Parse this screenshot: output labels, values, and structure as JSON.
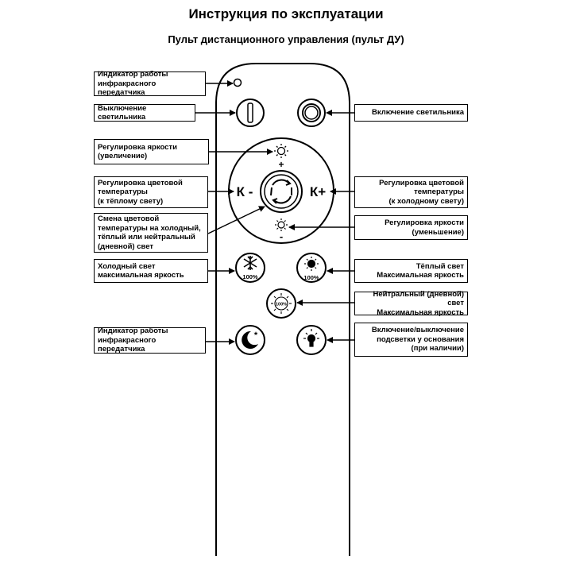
{
  "title": "Инструкция по эксплуатации",
  "subtitle": "Пульт дистанционного управления (пульт ДУ)",
  "labels_left": {
    "ir_indicator_top": "Индикатор работы\nинфракрасного передатчика",
    "off": "Выключение светильника",
    "brightness_up": "Регулировка яркости\n(увеличение)",
    "color_temp_warm": "Регулировка цветовой\nтемпературы\n(к тёплому свету)",
    "mode_change": "Смена цветовой\nтемпературы на холодный,\nтёплый или нейтральный\n(дневной) свет",
    "cold_max": "Холодный свет\nмаксимальная яркость",
    "ir_indicator_bottom": "Индикатор работы\nинфракрасного передатчика"
  },
  "labels_right": {
    "on": "Включение светильника",
    "color_temp_cold": "Регулировка цветовой\nтемпературы\n(к холодному свету)",
    "brightness_down": "Регулировка яркости\n(уменьшение)",
    "warm_max": "Тёплый свет\nМаксимальная яркость",
    "neutral_max": "Нейтральный (дневной) свет\nМаксимальная яркость",
    "backlight": "Включение/выключение\nподсветки у основания\n(при наличии)"
  },
  "remote": {
    "k_minus": "К -",
    "k_plus": "К+",
    "plus": "+",
    "minus": "-",
    "pct_cold": "100%",
    "pct_warm": "100%",
    "pct_neutral": "100%"
  }
}
